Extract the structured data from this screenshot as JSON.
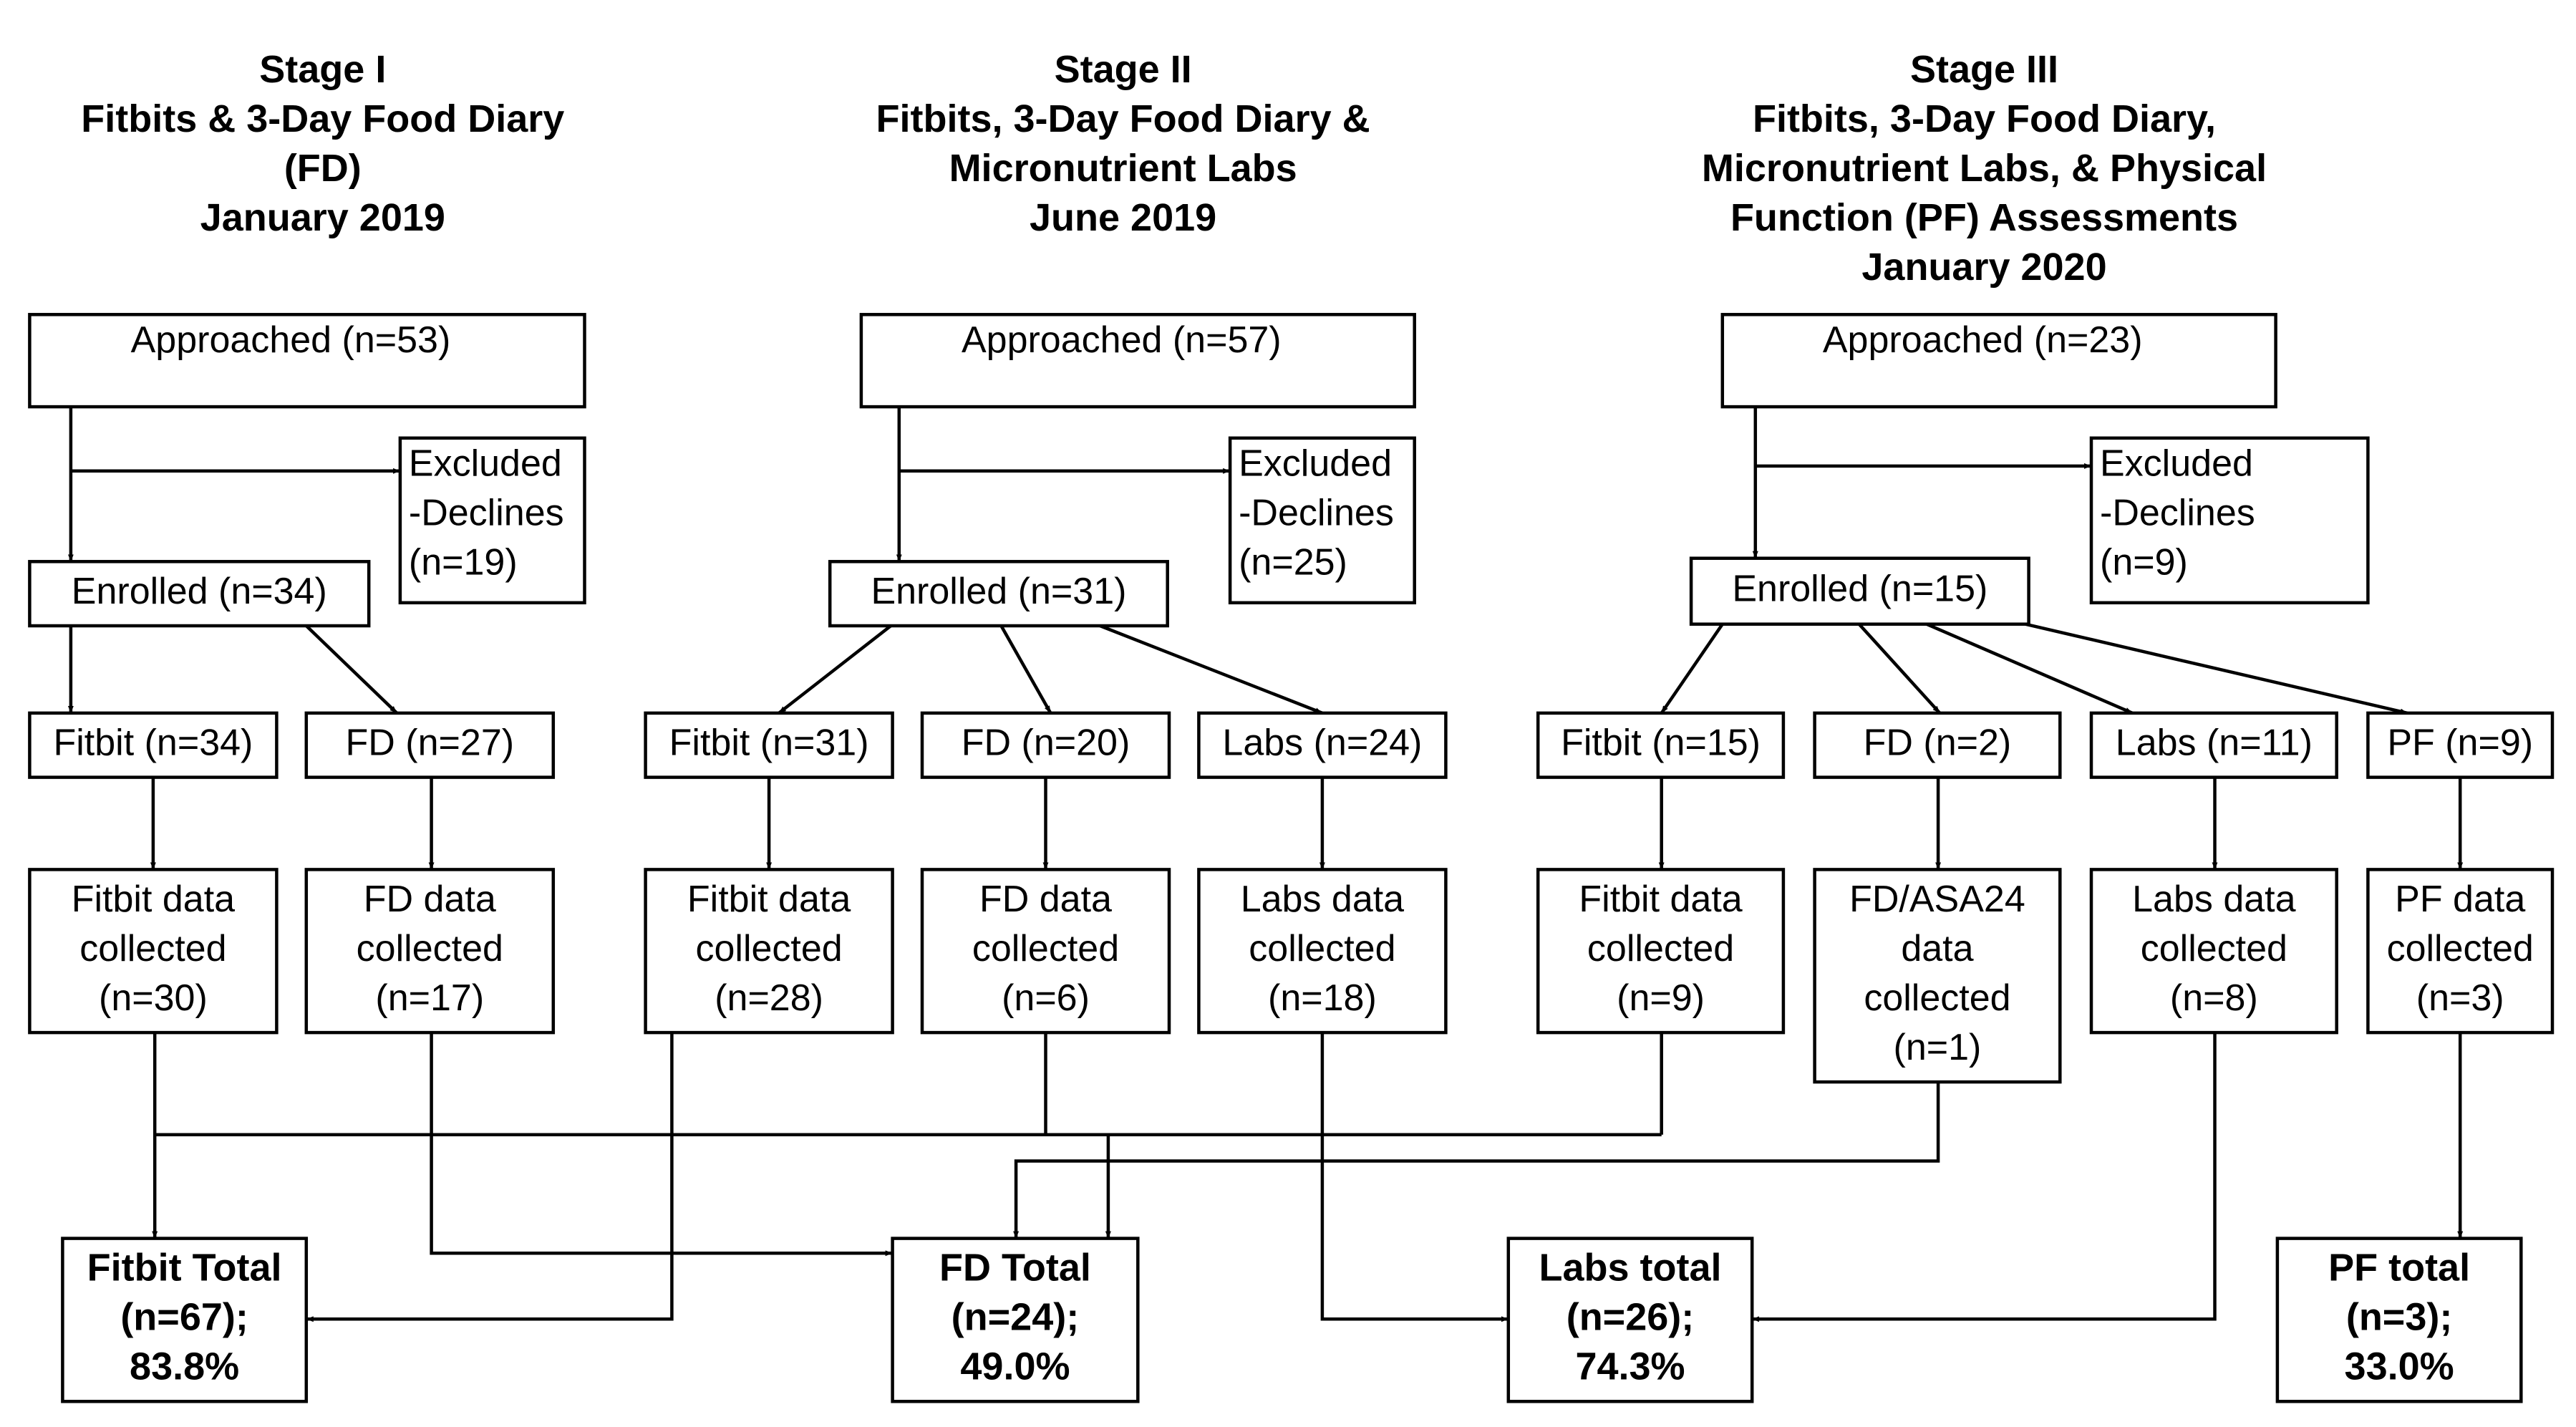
{
  "stages": [
    {
      "header": [
        "Stage I",
        "Fitbits & 3-Day Food Diary",
        "(FD)",
        "January 2019"
      ]
    },
    {
      "header": [
        "Stage II",
        "Fitbits, 3-Day Food Diary &",
        "Micronutrient Labs",
        "June 2019"
      ]
    },
    {
      "header": [
        "Stage III",
        "Fitbits, 3-Day Food Diary,",
        "Micronutrient Labs, & Physical",
        "Function (PF) Assessments",
        "January 2020"
      ]
    }
  ],
  "boxes": {
    "s1_approached": "Approached (n=53)",
    "s1_excluded": [
      "Excluded",
      "-Declines",
      "(n=19)"
    ],
    "s1_enrolled": "Enrolled (n=34)",
    "s1_fitbit": "Fitbit (n=34)",
    "s1_fd": "FD (n=27)",
    "s1_fitbit_data": [
      "Fitbit data",
      "collected",
      "(n=30)"
    ],
    "s1_fd_data": [
      "FD data",
      "collected",
      "(n=17)"
    ],
    "s2_approached": "Approached (n=57)",
    "s2_excluded": [
      "Excluded",
      "-Declines",
      "(n=25)"
    ],
    "s2_enrolled": "Enrolled (n=31)",
    "s2_fitbit": "Fitbit (n=31)",
    "s2_fd": "FD (n=20)",
    "s2_labs": "Labs (n=24)",
    "s2_fitbit_data": [
      "Fitbit data",
      "collected",
      "(n=28)"
    ],
    "s2_fd_data": [
      "FD data",
      "collected",
      "(n=6)"
    ],
    "s2_labs_data": [
      "Labs data",
      "collected",
      "(n=18)"
    ],
    "s3_approached": "Approached (n=23)",
    "s3_excluded": [
      "Excluded",
      "-Declines",
      "(n=9)"
    ],
    "s3_enrolled": "Enrolled (n=15)",
    "s3_fitbit": "Fitbit (n=15)",
    "s3_fd": "FD (n=2)",
    "s3_labs": "Labs (n=11)",
    "s3_pf": "PF (n=9)",
    "s3_fitbit_data": [
      "Fitbit data",
      "collected",
      "(n=9)"
    ],
    "s3_fd_data": [
      "FD/ASA24",
      "data",
      "collected",
      "(n=1)"
    ],
    "s3_labs_data": [
      "Labs data",
      "collected",
      "(n=8)"
    ],
    "s3_pf_data": [
      "PF data",
      "collected",
      "(n=3)"
    ]
  },
  "totals": {
    "fitbit": [
      "Fitbit Total",
      "(n=67);",
      "83.8%"
    ],
    "fd": [
      "FD Total",
      "(n=24);",
      "49.0%"
    ],
    "labs": [
      "Labs total",
      "(n=26);",
      "74.3%"
    ],
    "pf": [
      "PF total",
      "(n=3);",
      "33.0%"
    ]
  }
}
